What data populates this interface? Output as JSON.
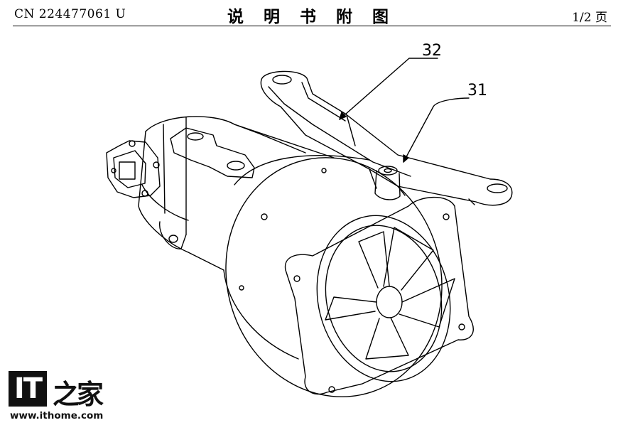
{
  "header": {
    "patent_number": "CN 224477061 U",
    "title": "说 明 书 附 图",
    "page": "1/2 页"
  },
  "figure": {
    "reference_labels": [
      "32",
      "31"
    ]
  },
  "watermark": {
    "brand_mark": "IT",
    "brand_chinese": "之家",
    "url": "www.ithome.com"
  }
}
